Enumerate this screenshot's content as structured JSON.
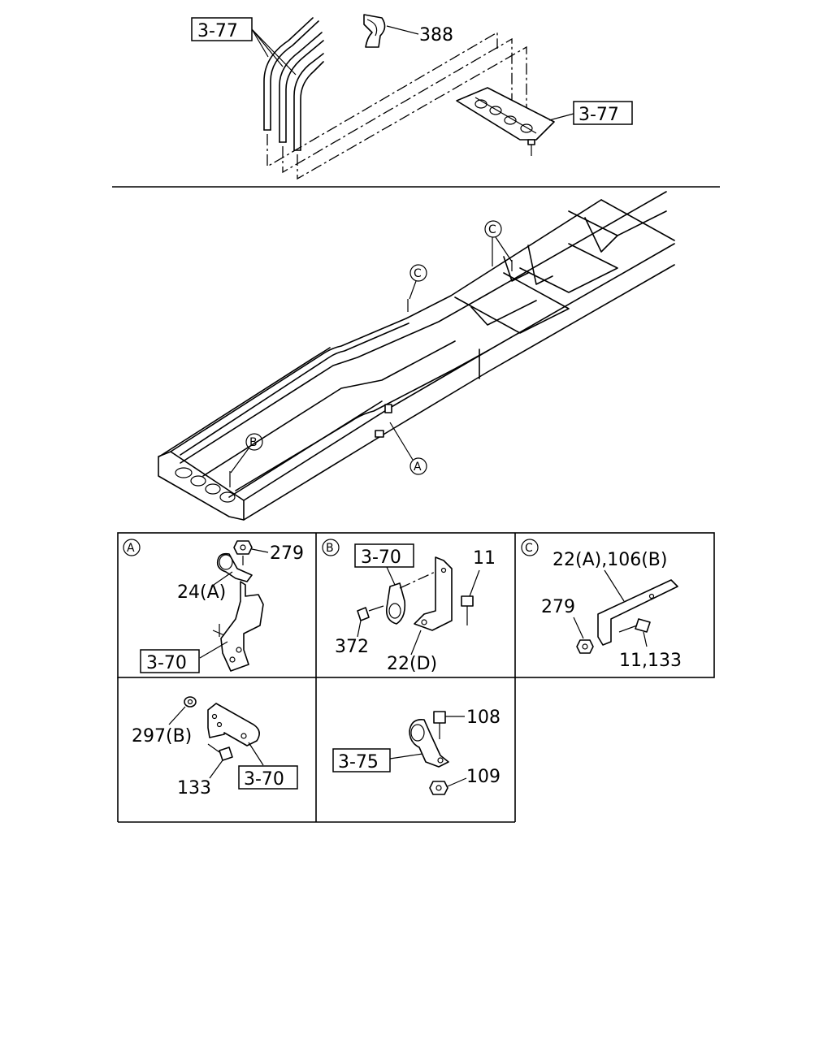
{
  "callouts": {
    "top_ref_left": "3-77",
    "top_ref_right": "3-77",
    "top_part": "388"
  },
  "frame_markers": {
    "a": "A",
    "b": "B",
    "c1": "C",
    "c2": "C"
  },
  "detail_a": {
    "marker": "A",
    "part_nut": "279",
    "part_clip": "24(A)",
    "ref": "3-70"
  },
  "detail_b": {
    "marker": "B",
    "ref": "3-70",
    "part_bolt_top": "11",
    "part_bolt": "372",
    "part_bracket": "22(D)"
  },
  "detail_c": {
    "marker": "C",
    "part_bracket": "22(A),106(B)",
    "part_nut": "279",
    "part_bolt": "11,133"
  },
  "detail_d": {
    "part_washer": "297(B)",
    "part_bolt": "133",
    "ref": "3-70"
  },
  "detail_e": {
    "part_bolt": "108",
    "part_nut": "109",
    "ref": "3-75"
  }
}
